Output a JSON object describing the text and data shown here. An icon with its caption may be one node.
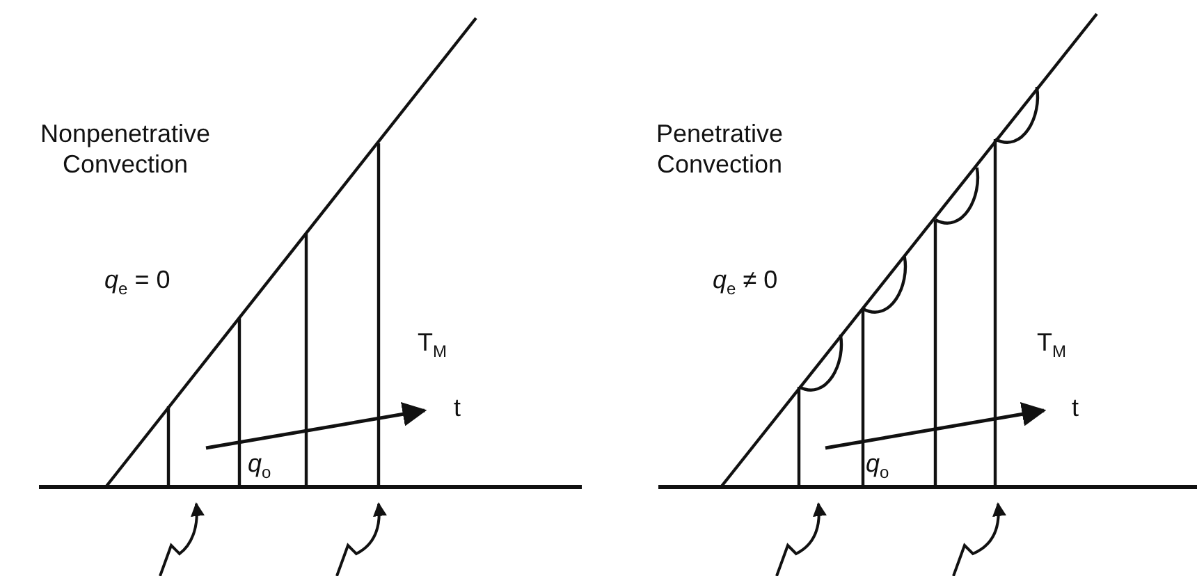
{
  "diagram": {
    "labels": [
      "Nonpenetrative Convection",
      "*q*$_{e}$ = 0",
      "T$_{M}$",
      "t",
      "*q*$_{o}$",
      "Penetrative Convection",
      "*q*$_{e}$ ≠ 0",
      "T$_{M}$",
      "t",
      "*q*$_{o}$"
    ]
  }
}
